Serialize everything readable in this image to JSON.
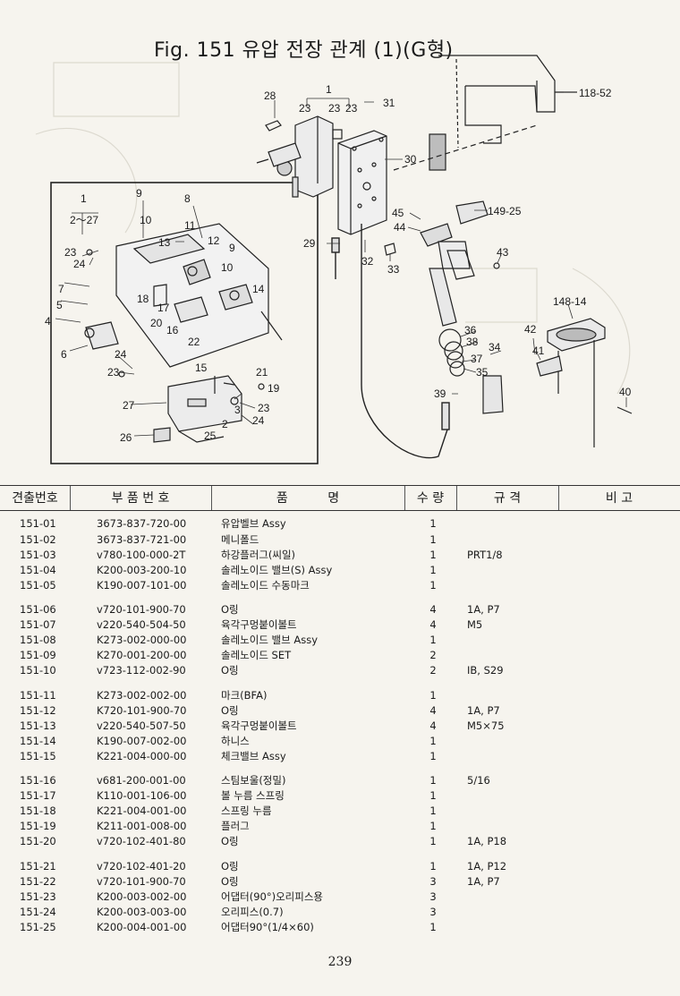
{
  "figure": {
    "title": "Fig. 151  유압 전장 관계 (1)(G형)"
  },
  "callouts": {
    "c1": "1",
    "c23a": "23",
    "c23b": "23",
    "c23c": "23",
    "c28": "28",
    "c31": "31",
    "c30": "30",
    "c118_52": "118-52",
    "c149_25": "149-25",
    "c45": "45",
    "c44": "44",
    "c43": "43",
    "c29": "29",
    "c32": "32",
    "c33": "33",
    "c148_14": "148-14",
    "c36": "36",
    "c38": "38",
    "c34": "34",
    "c37": "37",
    "c35": "35",
    "c42": "42",
    "c41": "41",
    "c39": "39",
    "c40": "40",
    "i1": "1",
    "i2_27": "2～27",
    "i9": "9",
    "i10": "10",
    "i8": "8",
    "i11": "11",
    "i13": "13",
    "i12": "12",
    "i9b": "9",
    "i23": "23",
    "i24": "24",
    "i10b": "10",
    "i14": "14",
    "i7": "7",
    "i5": "5",
    "i4": "4",
    "i18": "18",
    "i17": "17",
    "i20": "20",
    "i16": "16",
    "i22": "22",
    "i6": "6",
    "i15": "15",
    "i24b": "24",
    "i23b": "23",
    "i21": "21",
    "i19": "19",
    "i23c": "23",
    "i3": "3",
    "i27": "27",
    "i2": "2",
    "i24c": "24",
    "i26": "26",
    "i25": "25"
  },
  "table": {
    "headers": {
      "no": "견출번호",
      "part": "부 품 번 호",
      "name": "품          명",
      "qty": "수 량",
      "spec": "규 격",
      "note": "비 고"
    },
    "rows": [
      {
        "no": "151-01",
        "part": "3673-837-720-00",
        "name": "유압벨브 Assy",
        "qty": "1",
        "spec": ""
      },
      {
        "no": "151-02",
        "part": "3673-837-721-00",
        "name": "메니폴드",
        "qty": "1",
        "spec": ""
      },
      {
        "no": "151-03",
        "part": "v780-100-000-2T",
        "name": "하강플러그(씨일)",
        "qty": "1",
        "spec": "PRT1/8"
      },
      {
        "no": "151-04",
        "part": "K200-003-200-10",
        "name": "솔레노이드 밸브(S) Assy",
        "qty": "1",
        "spec": ""
      },
      {
        "no": "151-05",
        "part": "K190-007-101-00",
        "name": "솔레노이드 수동마크",
        "qty": "1",
        "spec": ""
      },
      {
        "no": "151-06",
        "part": "v720-101-900-70",
        "name": "O링",
        "qty": "4",
        "spec": "1A, P7"
      },
      {
        "no": "151-07",
        "part": "v220-540-504-50",
        "name": "육각구멍붙이볼트",
        "qty": "4",
        "spec": "M5"
      },
      {
        "no": "151-08",
        "part": "K273-002-000-00",
        "name": "솔레노이드 밸브 Assy",
        "qty": "1",
        "spec": ""
      },
      {
        "no": "151-09",
        "part": "K270-001-200-00",
        "name": "솔레노이드 SET",
        "qty": "2",
        "spec": ""
      },
      {
        "no": "151-10",
        "part": "v723-112-002-90",
        "name": "O링",
        "qty": "2",
        "spec": "IB, S29"
      },
      {
        "no": "151-11",
        "part": "K273-002-002-00",
        "name": "마크(BFA)",
        "qty": "1",
        "spec": ""
      },
      {
        "no": "151-12",
        "part": "K720-101-900-70",
        "name": "O링",
        "qty": "4",
        "spec": "1A, P7"
      },
      {
        "no": "151-13",
        "part": "v220-540-507-50",
        "name": "육각구멍붙이볼트",
        "qty": "4",
        "spec": "M5×75"
      },
      {
        "no": "151-14",
        "part": "K190-007-002-00",
        "name": "하니스",
        "qty": "1",
        "spec": ""
      },
      {
        "no": "151-15",
        "part": "K221-004-000-00",
        "name": "체크밸브 Assy",
        "qty": "1",
        "spec": ""
      },
      {
        "no": "151-16",
        "part": "v681-200-001-00",
        "name": "스팀보울(정밀)",
        "qty": "1",
        "spec": "5/16"
      },
      {
        "no": "151-17",
        "part": "K110-001-106-00",
        "name": "볼 누름 스프링",
        "qty": "1",
        "spec": ""
      },
      {
        "no": "151-18",
        "part": "K221-004-001-00",
        "name": "스프링 누름",
        "qty": "1",
        "spec": ""
      },
      {
        "no": "151-19",
        "part": "K211-001-008-00",
        "name": "플러그",
        "qty": "1",
        "spec": ""
      },
      {
        "no": "151-20",
        "part": "v720-102-401-80",
        "name": "O링",
        "qty": "1",
        "spec": "1A, P18"
      },
      {
        "no": "151-21",
        "part": "v720-102-401-20",
        "name": "O링",
        "qty": "1",
        "spec": "1A, P12"
      },
      {
        "no": "151-22",
        "part": "v720-101-900-70",
        "name": "O링",
        "qty": "3",
        "spec": "1A, P7"
      },
      {
        "no": "151-23",
        "part": "K200-003-002-00",
        "name": "어댑터(90°)오리피스용",
        "qty": "3",
        "spec": ""
      },
      {
        "no": "151-24",
        "part": "K200-003-003-00",
        "name": "오리피스(0.7)",
        "qty": "3",
        "spec": ""
      },
      {
        "no": "151-25",
        "part": "K200-004-001-00",
        "name": "어댑터90°(1/4×60)",
        "qty": "1",
        "spec": ""
      }
    ]
  },
  "page_number": "239"
}
